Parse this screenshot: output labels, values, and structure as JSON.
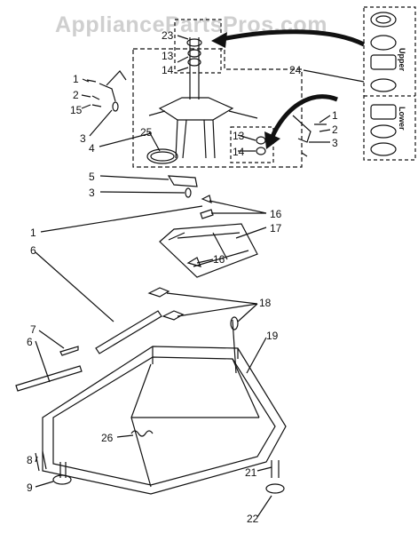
{
  "watermark": "AppliancePartsPros.com",
  "inset_labels": {
    "upper": "Upper",
    "lower": "Lower"
  },
  "callouts": {
    "c23": "23",
    "c13a": "13",
    "c14a": "14",
    "c1a": "1",
    "c2a": "2",
    "c15": "15",
    "c3a": "3",
    "c4": "4",
    "c25": "25",
    "c24": "24",
    "c1b": "1",
    "c2b": "2",
    "c3b": "3",
    "c13b": "13",
    "c14b": "14",
    "c5": "5",
    "c3c": "3",
    "c16a": "16",
    "c17": "17",
    "c1c": "1",
    "c16b": "16",
    "c6a": "6",
    "c18": "18",
    "c7": "7",
    "c6b": "6",
    "c19": "19",
    "c26": "26",
    "c8": "8",
    "c9": "9",
    "c21": "21",
    "c22": "22"
  }
}
